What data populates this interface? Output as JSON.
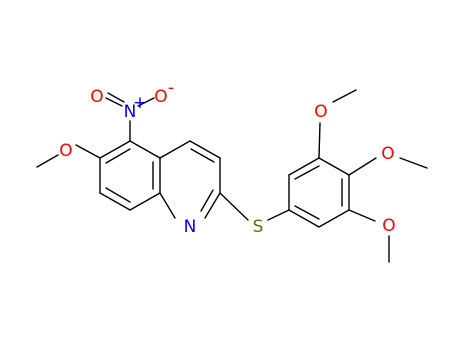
{
  "molecule": {
    "atoms": {
      "nitro_o_left": {
        "symbol": "O",
        "color": "#ff0000"
      },
      "nitro_n": {
        "symbol": "N",
        "color": "#0000ff",
        "superscript": "+"
      },
      "nitro_o_right": {
        "symbol": "O",
        "color": "#ff0000",
        "superscript": "-"
      },
      "methoxy_o_6": {
        "symbol": "O",
        "color": "#ff0000"
      },
      "ring_n": {
        "symbol": "N",
        "color": "#0000ff"
      },
      "sulfur": {
        "symbol": "S",
        "color": "#6b6b00"
      },
      "methoxy_o_3": {
        "symbol": "O",
        "color": "#ff0000"
      },
      "methoxy_o_4": {
        "symbol": "O",
        "color": "#ff0000"
      },
      "methoxy_o_5": {
        "symbol": "O",
        "color": "#ff0000"
      }
    },
    "bond_color": "#000000",
    "background": "#ffffff"
  }
}
